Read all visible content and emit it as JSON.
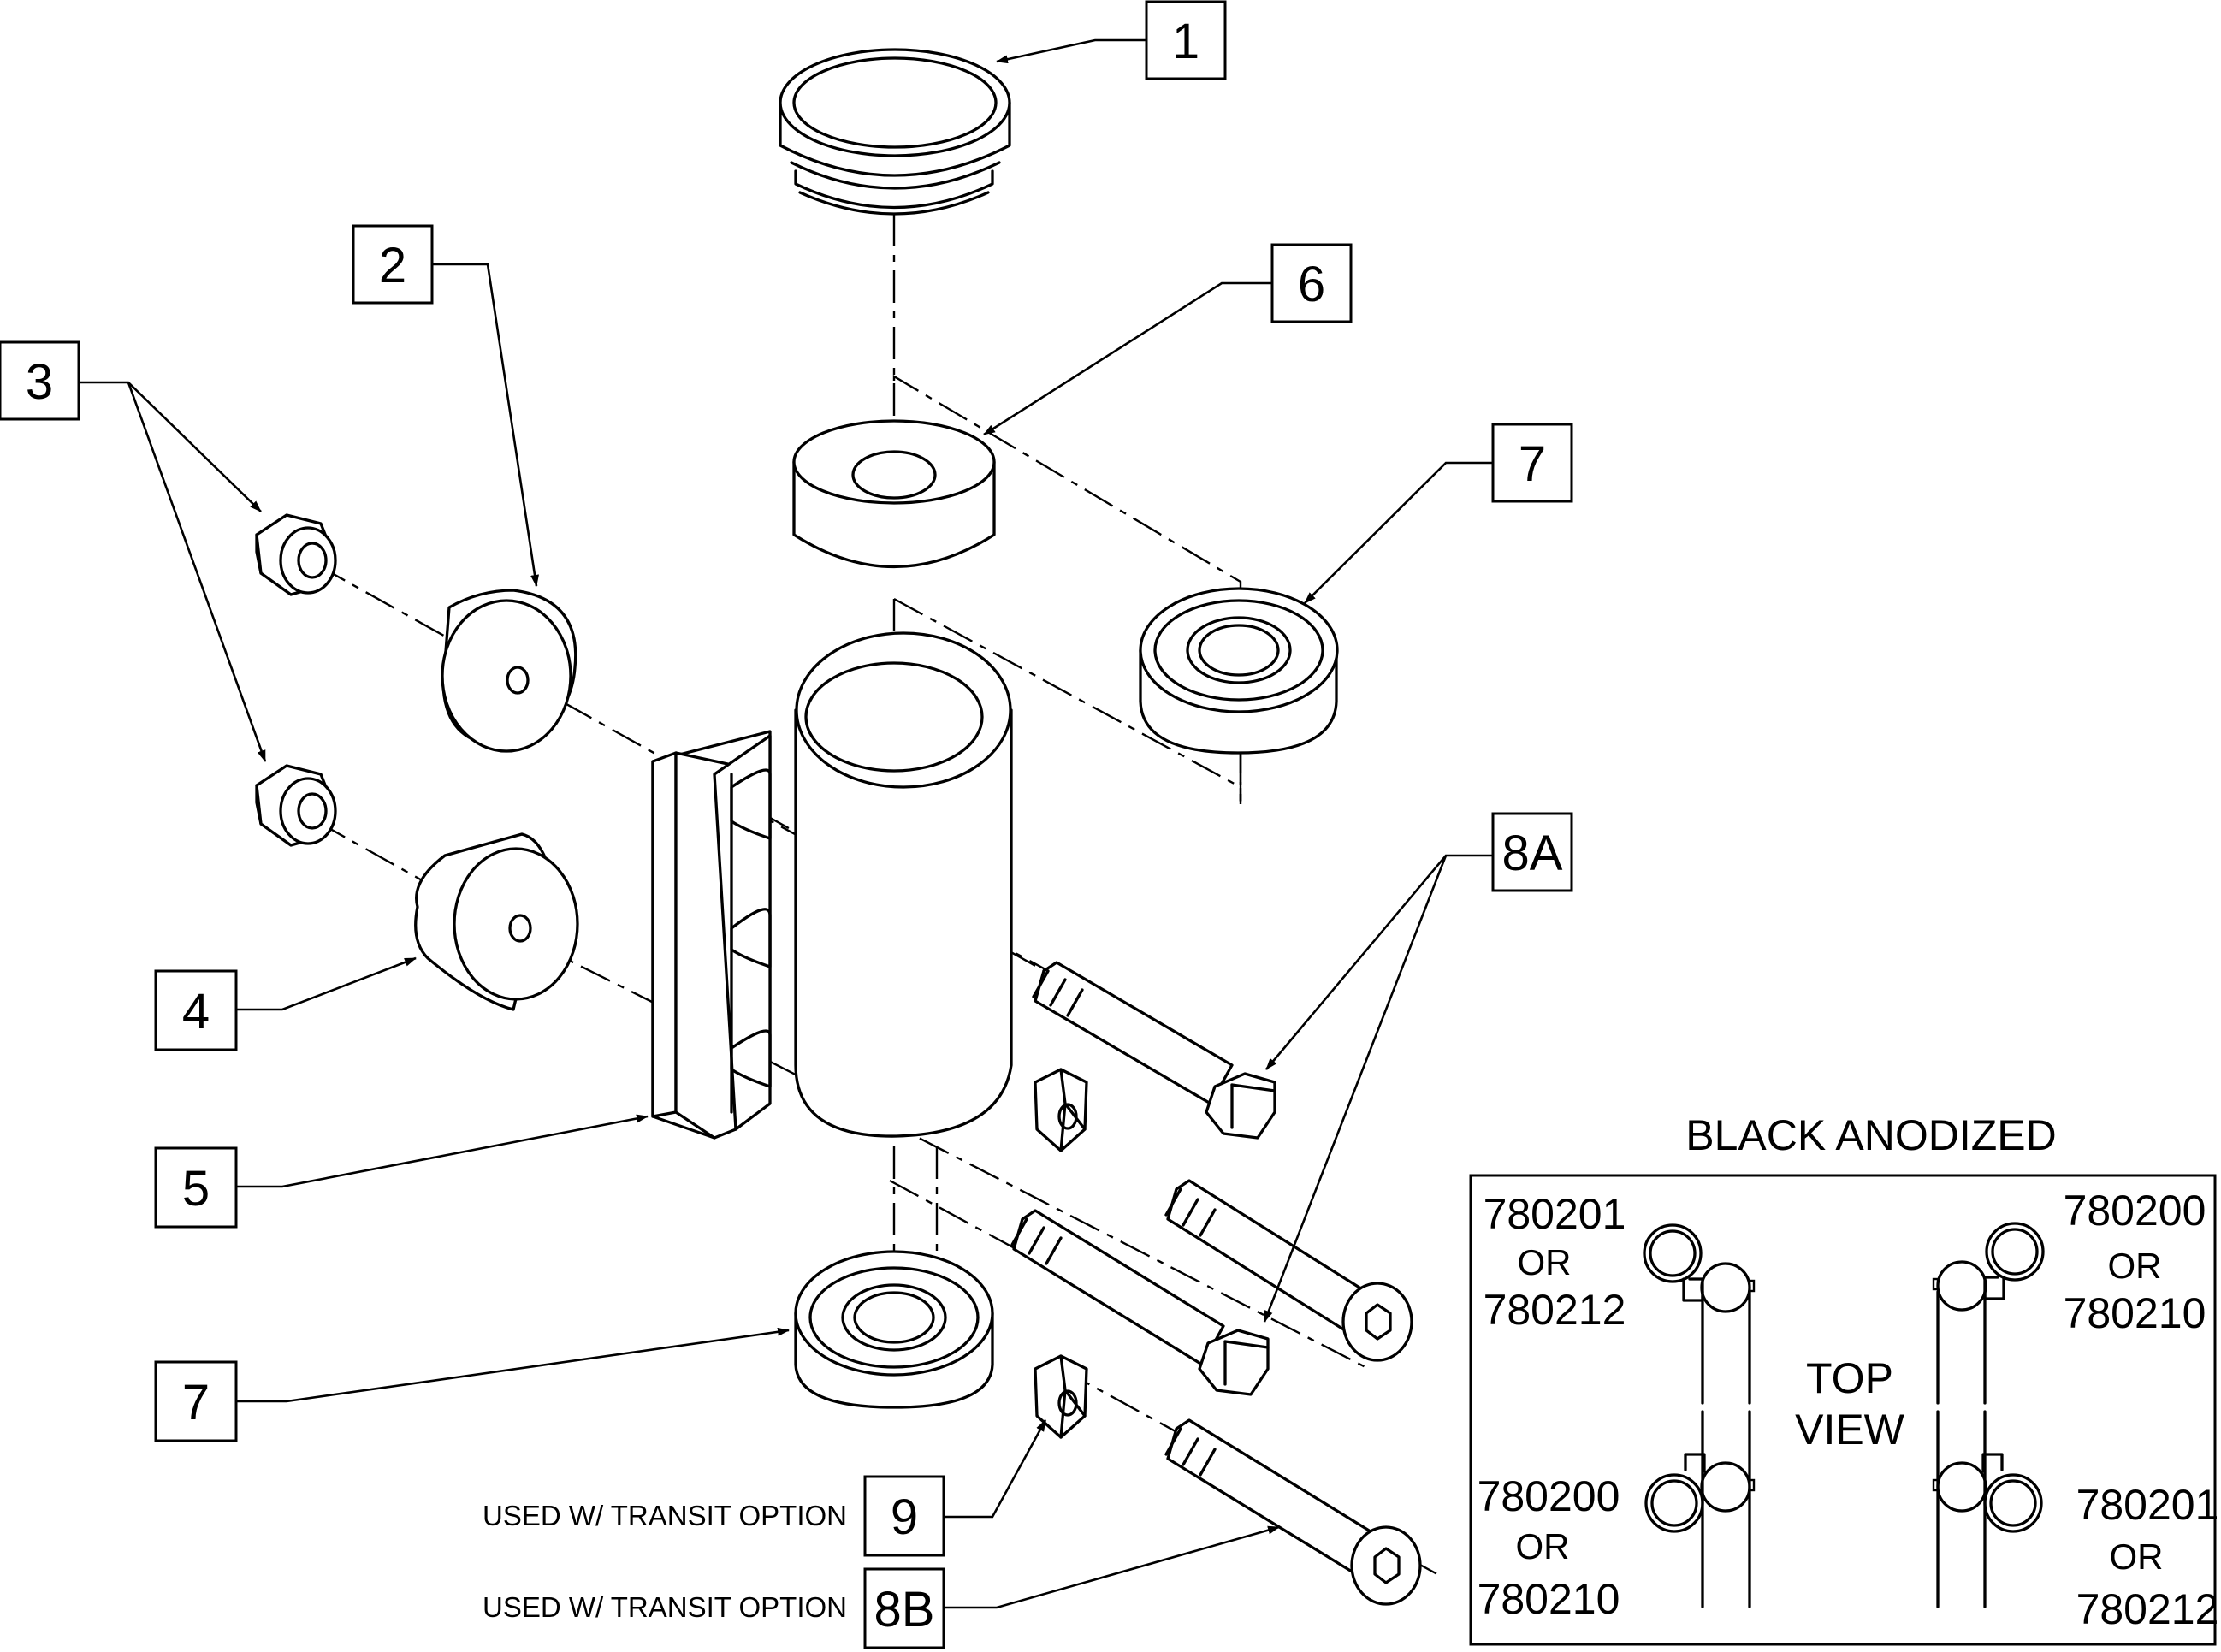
{
  "callouts": {
    "c1": "1",
    "c2": "2",
    "c3": "3",
    "c4": "4",
    "c5": "5",
    "c6": "6",
    "c7_top": "7",
    "c7_bottom": "7",
    "c8a": "8A",
    "c8b": "8B",
    "c9": "9"
  },
  "notes": {
    "transit_9": "USED W/ TRANSIT OPTION",
    "transit_8b": "USED W/ TRANSIT OPTION"
  },
  "legend": {
    "title": "BLACK ANODIZED",
    "top_view_line1": "TOP",
    "top_view_line2": "VIEW",
    "tl": {
      "a": "780201",
      "or": "OR",
      "b": "780212"
    },
    "tr": {
      "a": "780200",
      "or": "OR",
      "b": "780210"
    },
    "bl": {
      "a": "780200",
      "or": "OR",
      "b": "780210"
    },
    "br": {
      "a": "780201",
      "or": "OR",
      "b": "780212"
    }
  }
}
